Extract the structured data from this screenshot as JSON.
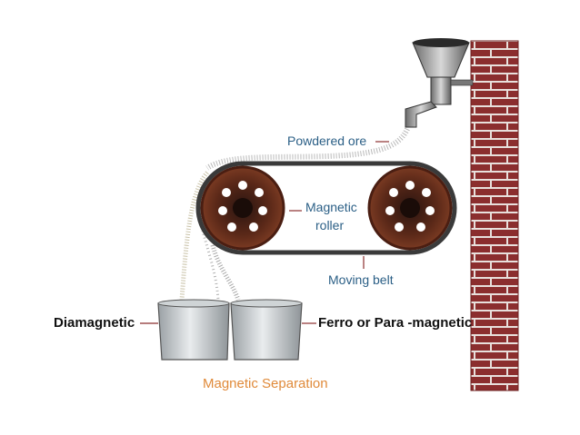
{
  "labels": {
    "powdered_ore": "Powdered ore",
    "magnetic_roller_line1": "Magnetic",
    "magnetic_roller_line2": "roller",
    "moving_belt": "Moving belt",
    "diamagnetic": "Diamagnetic",
    "ferro_para": "Ferro or Para -magnetic",
    "caption": "Magnetic Separation"
  },
  "colors": {
    "label_blue": "#2b5f86",
    "caption_orange": "#e08a3a",
    "brick": "#8b2e2e",
    "roller": "#6b2f1f",
    "belt": "#3a3a3a"
  },
  "icons": [
    "hopper-icon",
    "brick-wall-icon",
    "magnetic-roller-icon",
    "collection-bucket-icon"
  ]
}
